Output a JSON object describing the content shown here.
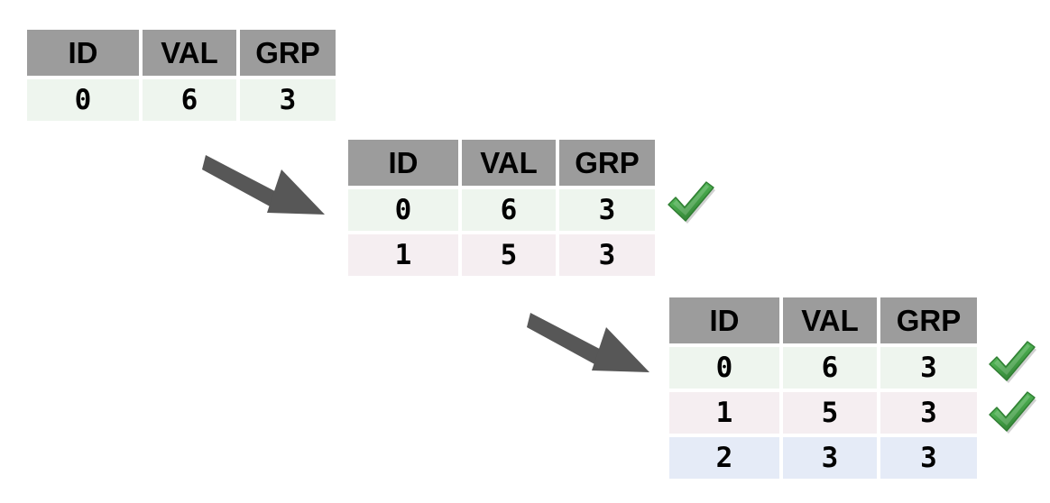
{
  "diagram": {
    "title": "incremental-table-growth",
    "background": "#ffffff",
    "palette": {
      "header_bg": "#9c9c9c",
      "row_green": "#eef5ee",
      "row_pink": "#f5eef1",
      "row_blue": "#e5ebf7",
      "text": "#000000",
      "arrow": "#575757",
      "check_green": "#4caf50",
      "check_green_dark": "#2f7d32",
      "check_green_light": "#7ec77f"
    },
    "columns": [
      "ID",
      "VAL",
      "GRP"
    ],
    "tables": [
      {
        "name": "table-1",
        "headers": [
          "ID",
          "VAL",
          "GRP"
        ],
        "rows": [
          {
            "tint": "green",
            "cells": [
              "0",
              "6",
              "3"
            ],
            "check": false
          }
        ]
      },
      {
        "name": "table-2",
        "headers": [
          "ID",
          "VAL",
          "GRP"
        ],
        "rows": [
          {
            "tint": "green",
            "cells": [
              "0",
              "6",
              "3"
            ],
            "check": true
          },
          {
            "tint": "pink",
            "cells": [
              "1",
              "5",
              "3"
            ],
            "check": false
          }
        ]
      },
      {
        "name": "table-3",
        "headers": [
          "ID",
          "VAL",
          "GRP"
        ],
        "rows": [
          {
            "tint": "green",
            "cells": [
              "0",
              "6",
              "3"
            ],
            "check": true
          },
          {
            "tint": "pink",
            "cells": [
              "1",
              "5",
              "3"
            ],
            "check": true
          },
          {
            "tint": "blue",
            "cells": [
              "2",
              "3",
              "3"
            ],
            "check": false
          }
        ]
      }
    ],
    "arrows": [
      {
        "name": "arrow-1",
        "from": "table-1",
        "to": "table-2",
        "direction": "down-right"
      },
      {
        "name": "arrow-2",
        "from": "table-2",
        "to": "table-3",
        "direction": "down-right"
      }
    ],
    "checks": [
      {
        "name": "check-t2-r0",
        "table": "table-2",
        "row": 0
      },
      {
        "name": "check-t3-r0",
        "table": "table-3",
        "row": 0
      },
      {
        "name": "check-t3-r1",
        "table": "table-3",
        "row": 1
      }
    ]
  }
}
